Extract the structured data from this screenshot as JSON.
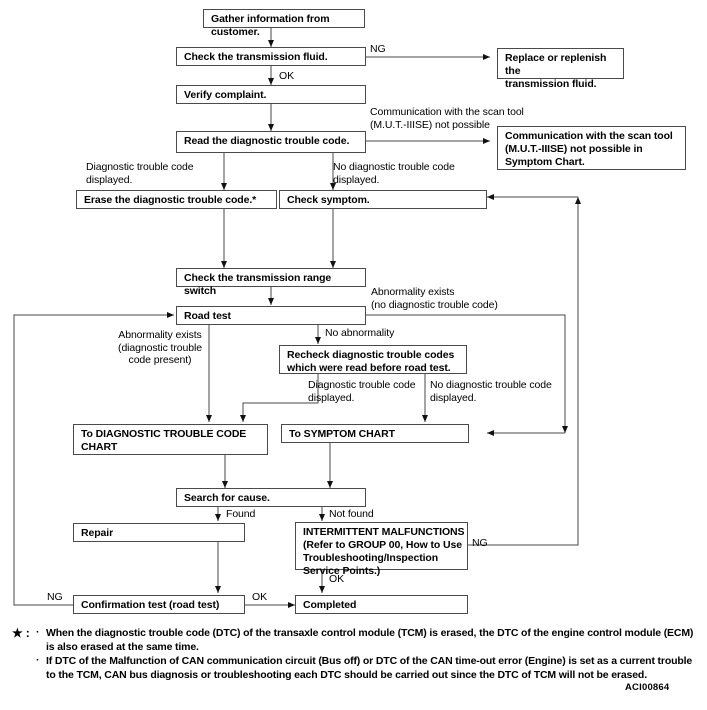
{
  "figure": {
    "id_label": "ACI00864",
    "type": "flowchart",
    "title": "Transaxle troubleshooting flow"
  },
  "nodes": {
    "gather": {
      "text": "Gather information from customer."
    },
    "check_fluid": {
      "text": "Check the transmission fluid."
    },
    "replace_fluid": {
      "text": "Replace or replenish the\ntransmission fluid."
    },
    "verify": {
      "text": "Verify complaint."
    },
    "read_dtc": {
      "text": "Read the diagnostic trouble code."
    },
    "comm_not_possible": {
      "text": "Communication with the scan tool\n(M.U.T.-IIISE) not possible in\nSymptom Chart."
    },
    "erase_dtc": {
      "text": "Erase the diagnostic trouble code.*"
    },
    "check_symptom": {
      "text": "Check symptom."
    },
    "check_range_switch": {
      "text": "Check the transmission range switch"
    },
    "road_test": {
      "text": "Road test"
    },
    "recheck_dtc": {
      "text": "Recheck diagnostic trouble codes\nwhich were read before road test."
    },
    "to_dtc_chart": {
      "text": "To DIAGNOSTIC TROUBLE CODE\nCHART"
    },
    "to_symptom_chart": {
      "text": "To SYMPTOM CHART"
    },
    "search_cause": {
      "text": "Search for cause."
    },
    "repair": {
      "text": "Repair"
    },
    "intermittent": {
      "text": "INTERMITTENT MALFUNCTIONS\n(Refer to GROUP 00, How to Use\nTroubleshooting/Inspection\nService Points.)"
    },
    "confirmation_test": {
      "text": "Confirmation test (road test)"
    },
    "completed": {
      "text": "Completed"
    }
  },
  "edge_labels": {
    "ng_fluid": "NG",
    "ok_fluid": "OK",
    "comm_scan_tool": "Communication with the scan tool\n(M.U.T.-IIISE) not possible",
    "dtc_displayed_left": "Diagnostic trouble code\ndisplayed.",
    "no_dtc_displayed_right": "No diagnostic trouble code\ndisplayed.",
    "abnormality_no_dtc": "Abnormality exists\n(no diagnostic trouble code)",
    "abnormality_with_dtc": "Abnormality exists\n(diagnostic trouble\ncode present)",
    "no_abnormality": "No abnormality",
    "dtc_displayed_recheck": "Diagnostic trouble code\ndisplayed.",
    "no_dtc_displayed_recheck": "No diagnostic trouble code\ndisplayed.",
    "found": "Found",
    "not_found": "Not found",
    "ng_intermittent": "NG",
    "ok_intermittent": "OK",
    "ng_confirmation": "NG",
    "ok_confirmation": "OK"
  },
  "footnote": {
    "marker": "★ :",
    "items": [
      "When the diagnostic trouble code (DTC) of the transaxle control module (TCM) is erased, the DTC of the engine control module (ECM) is also erased at the same time.",
      "If DTC of the Malfunction of CAN communication circuit (Bus off) or DTC of the CAN time-out error (Engine) is set as a current trouble to the TCM, CAN bus diagnosis or troubleshooting each DTC should be carried out since the DTC of TCM will not be erased."
    ]
  },
  "colors": {
    "line": "#4a4a4a",
    "text": "#000000",
    "background": "#ffffff"
  }
}
